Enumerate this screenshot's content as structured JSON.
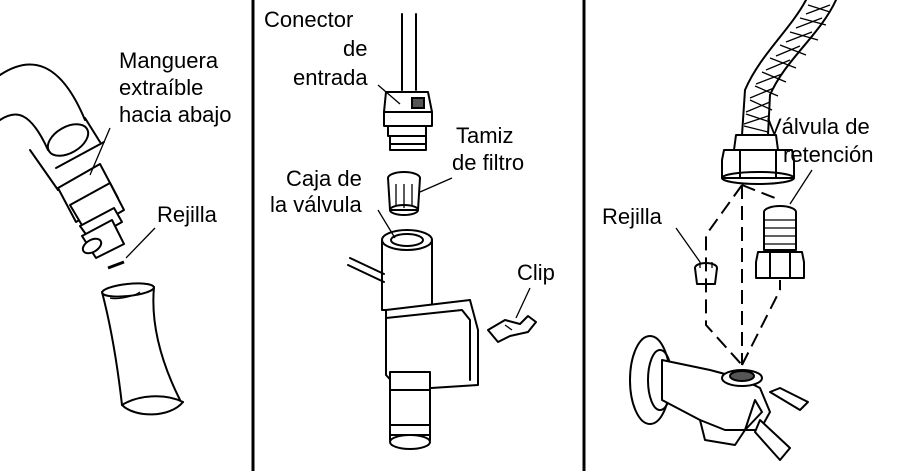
{
  "panels": {
    "left": {
      "label_hose": [
        "Manguera",
        "extraíble",
        "hacia abajo"
      ],
      "label_screen": "Rejilla"
    },
    "middle": {
      "label_connector": [
        "Conector",
        "de",
        "entrada"
      ],
      "label_filter": [
        "Tamiz",
        "de filtro"
      ],
      "label_valve_box": [
        "Caja de",
        "la válvula"
      ],
      "label_clip": "Clip"
    },
    "right": {
      "label_check_valve": [
        "Válvula de",
        "retención"
      ],
      "label_screen": "Rejilla"
    }
  }
}
